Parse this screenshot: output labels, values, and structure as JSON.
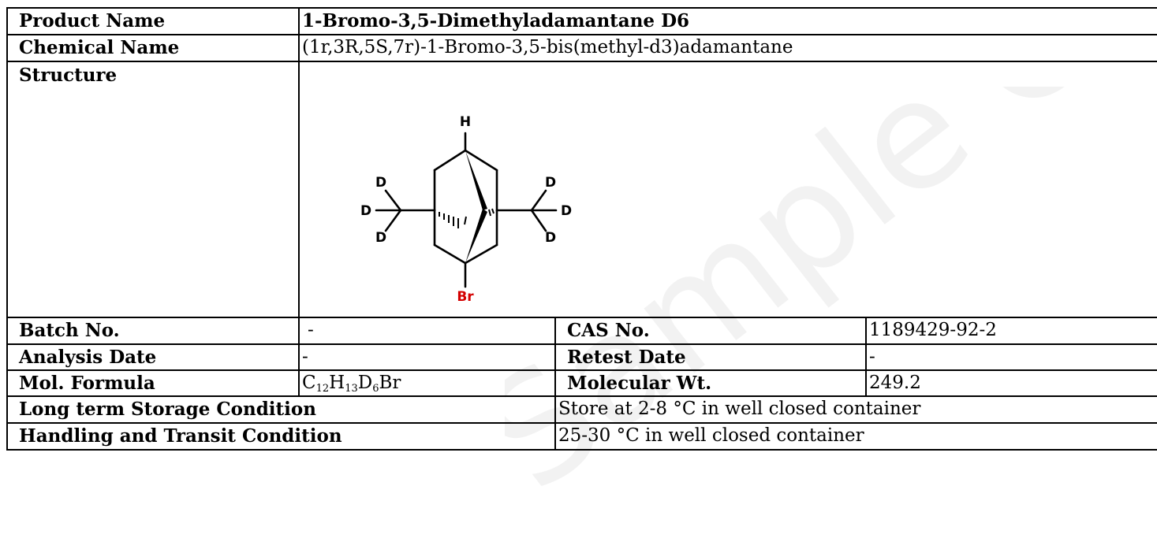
{
  "product_name": {
    "label": "Product Name",
    "value": "1-Bromo-3,5-Dimethyladamantane D6"
  },
  "chemical_name": {
    "label": "Chemical Name",
    "value": "(1r,3R,5S,7r)-1-Bromo-3,5-bis(methyl-d3)adamantane"
  },
  "structure": {
    "label": "Structure",
    "atoms": {
      "h": "H",
      "d": "D",
      "br": "Br"
    },
    "colors": {
      "bond": "#000000",
      "bromine": "#d40000"
    }
  },
  "batch": {
    "label": "Batch No.",
    "value": "-"
  },
  "cas": {
    "label": "CAS No.",
    "value": "1189429-92-2"
  },
  "analysis_date": {
    "label": "Analysis Date",
    "value": "-"
  },
  "retest_date": {
    "label": "Retest Date",
    "value": "-"
  },
  "formula": {
    "label": "Mol. Formula",
    "c": "C",
    "c_n": "12",
    "h": "H",
    "h_n": "13",
    "d": "D",
    "d_n": "6",
    "br": "Br"
  },
  "mol_wt": {
    "label": "Molecular Wt.",
    "value": "249.2"
  },
  "storage": {
    "label": "Long term Storage Condition",
    "value": "Store at 2-8 °C in well closed container"
  },
  "handling": {
    "label": "Handling and Transit Condition",
    "value": "25-30 °C in well closed container"
  },
  "watermark": {
    "text": "Sample COA",
    "color": "#f2f2f2"
  }
}
